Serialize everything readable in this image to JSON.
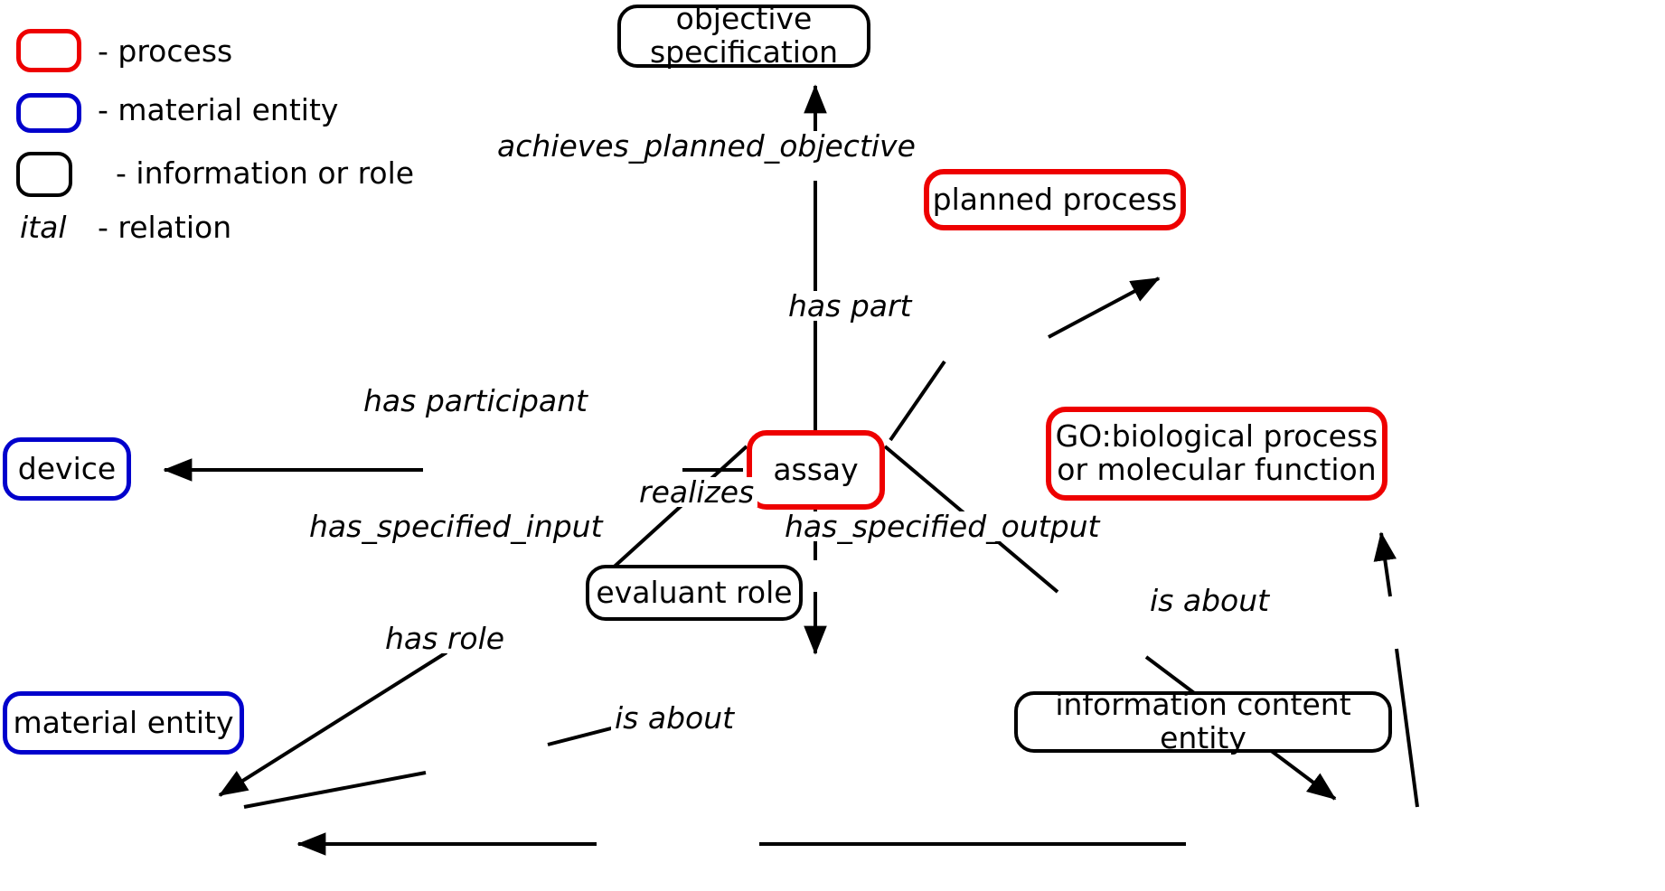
{
  "diagram": {
    "title": "assay relations diagram",
    "background": "#ffffff",
    "colors": {
      "process": "#ee0000",
      "material_entity": "#0000cc",
      "information_or_role": "#000000",
      "edge": "#000000"
    }
  },
  "legend": {
    "items": [
      {
        "key": "process",
        "shape": "rounded-rect",
        "color": "#ee0000",
        "label": "- process"
      },
      {
        "key": "material_entity",
        "shape": "rounded-rect",
        "color": "#0000cc",
        "label": "- material entity"
      },
      {
        "key": "information_or_role",
        "shape": "rounded-rect",
        "color": "#000000",
        "label": "- information or role"
      },
      {
        "key": "relation",
        "shape": "italic-text",
        "sample": "ital",
        "color": "#000000",
        "label": "- relation"
      }
    ]
  },
  "nodes": [
    {
      "id": "objective_specification",
      "label": "objective specification",
      "type": "information_or_role",
      "color": "#000000"
    },
    {
      "id": "planned_process",
      "label": "planned process",
      "type": "process",
      "color": "#ee0000"
    },
    {
      "id": "assay",
      "label": "assay",
      "type": "process",
      "color": "#ee0000"
    },
    {
      "id": "device",
      "label": "device",
      "type": "material_entity",
      "color": "#0000cc"
    },
    {
      "id": "go_process_or_function",
      "label": "GO:biological process\nor molecular function",
      "type": "process",
      "color": "#ee0000"
    },
    {
      "id": "evaluant_role",
      "label": "evaluant role",
      "type": "information_or_role",
      "color": "#000000"
    },
    {
      "id": "material_entity",
      "label": "material entity",
      "type": "material_entity",
      "color": "#0000cc"
    },
    {
      "id": "information_content_entity",
      "label": "information content entity",
      "type": "information_or_role",
      "color": "#000000"
    }
  ],
  "edges": [
    {
      "id": "e1",
      "label": "achieves_planned_objective",
      "source": "assay",
      "target": "objective_specification"
    },
    {
      "id": "e2",
      "label": "has part",
      "source": "assay",
      "target": "planned_process"
    },
    {
      "id": "e3",
      "label": "has participant",
      "source": "assay",
      "target": "device"
    },
    {
      "id": "e4",
      "label": "has_specified_input",
      "source": "material_entity",
      "target": "assay"
    },
    {
      "id": "e5",
      "label": "realizes",
      "source": "assay",
      "target": "evaluant_role"
    },
    {
      "id": "e6",
      "label": "has_specified_output",
      "source": "assay",
      "target": "information_content_entity"
    },
    {
      "id": "e7",
      "label": "has role",
      "source": "material_entity",
      "target": "evaluant_role"
    },
    {
      "id": "e8",
      "label": "is about",
      "source": "information_content_entity",
      "target": "material_entity"
    },
    {
      "id": "e9",
      "label": "is about",
      "source": "information_content_entity",
      "target": "go_process_or_function"
    }
  ]
}
